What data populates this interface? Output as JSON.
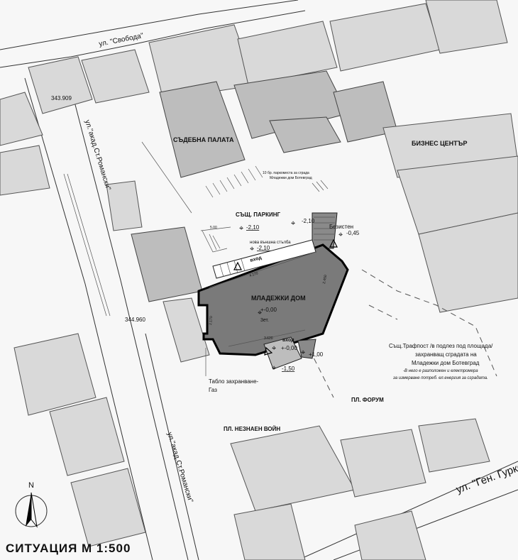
{
  "streets": {
    "svoboda": "ул. \"Свобода\"",
    "romanski_top": "ул.\"акад.Ст.Романски\"",
    "romanski_bottom": "ул.\"акад.Ст.Романски\"",
    "gurko": "ул. \"Ген. Гурко\""
  },
  "coordinates": {
    "top": "343.909",
    "middle": "344.960"
  },
  "buildings": {
    "court": "СЪДЕБНА ПАЛАТА",
    "business": "БИЗНЕС ЦЕНТЪР",
    "youth_house": "МЛАДЕЖКИ ДОМ"
  },
  "squares": {
    "forum": "ПЛ. ФОРУМ",
    "unknown_soldier": "ПЛ. НЕЗНАЕН ВОЙН"
  },
  "parking": {
    "label": "СЪЩ. ПАРКИНГ",
    "note_line1": "10 бр. паркоместа за сграда",
    "note_line2": "Младежки дом Ботевград"
  },
  "levels": {
    "parking": "-2,10",
    "parking_right": "-2,10",
    "entrance_top": "-2,10",
    "bezisten": "-0,45",
    "ground": "+-0,00",
    "floors": "3ет.",
    "entrance_bottom": "+-0,00",
    "plus_one": "+1,00",
    "minus_one_five": "-1,50"
  },
  "annotations": {
    "new_stair": "нова външна стълба",
    "entrance": "вход",
    "bezisten": "Безистен",
    "gas_line1": "Табло захранване-",
    "gas_line2": "Газ",
    "trafo_line1": "Същ.Трафпост /в подлез под площада/",
    "trafo_line2": "захранващ сградата на",
    "trafo_line3": "Младежки дом Ботевград",
    "trafo_line4": "-В него е разположен и електромера",
    "trafo_line5": "за измерване потреб. ел.енергия за сградата."
  },
  "dimensions": {
    "top": "4.170",
    "bottom": "3.620",
    "left": "2.170",
    "right": "2.450",
    "park_width": "5.00"
  },
  "north": "N",
  "title": "СИТУАЦИЯ М 1:500"
}
